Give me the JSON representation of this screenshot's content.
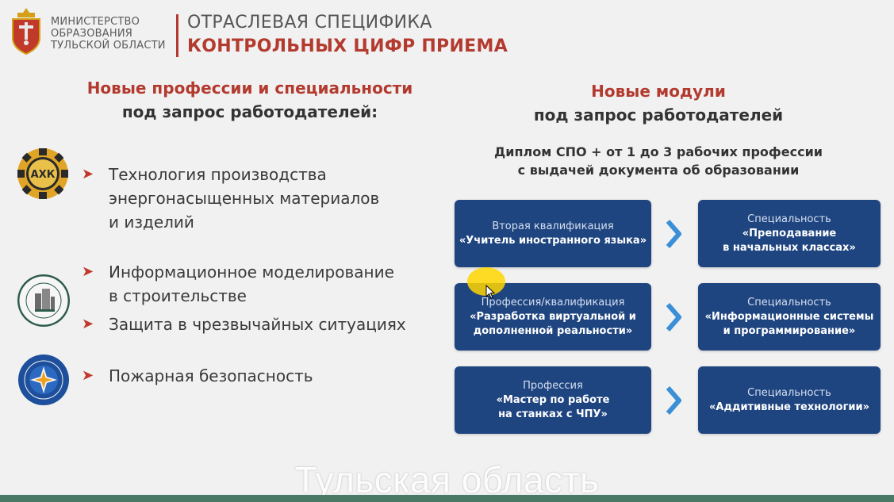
{
  "header": {
    "ministry_lines": [
      "МИНИСТЕРСТВО",
      "ОБРАЗОВАНИЯ",
      "ТУЛЬСКОЙ ОБЛАСТИ"
    ],
    "title_line1": "ОТРАСЛЕВАЯ СПЕЦИФИКА",
    "title_line2": "КОНТРОЛЬНЫХ ЦИФР ПРИЕМА"
  },
  "left": {
    "title_line1": "Новые профессии и специальности",
    "title_line2": "под запрос работодателей:",
    "logos": {
      "akh": "АХК"
    },
    "items": [
      {
        "lines": [
          "Технология производства",
          "энергонасыщенных материалов",
          "и изделий"
        ]
      },
      {
        "lines": [
          "Информационное моделирование",
          "в строительстве"
        ]
      },
      {
        "lines": [
          "Защита в чрезвычайных ситуациях"
        ]
      },
      {
        "lines": [
          "Пожарная безопасность"
        ]
      }
    ]
  },
  "right": {
    "title_line1": "Новые модули",
    "title_line2": "под запрос работодателей",
    "diploma_line1": "Диплом СПО + от 1 до 3  рабочих профессии",
    "diploma_line2": "с выдачей документа об образовании",
    "rows": [
      {
        "left": {
          "label": "Вторая квалификация",
          "value": [
            "«Учитель иностранного языка»"
          ]
        },
        "right": {
          "label": "Специальность",
          "value": [
            "«Преподавание",
            "в начальных классах»"
          ]
        }
      },
      {
        "left": {
          "label": "Профессия/квалификация",
          "value": [
            "«Разработка виртуальной и",
            "дополненной реальности»"
          ]
        },
        "right": {
          "label": "Специальность",
          "value": [
            "«Информационные системы",
            "и программирование»"
          ]
        }
      },
      {
        "left": {
          "label": "Профессия",
          "value": [
            "«Мастер по работе",
            "на станках с ЧПУ»"
          ]
        },
        "right": {
          "label": "Специальность",
          "value": [
            "«Аддитивные технологии»"
          ]
        }
      }
    ]
  },
  "caption": "Тульская область",
  "colors": {
    "accent_red": "#b33a2e",
    "card_blue": "#1f4580",
    "chevron_blue": "#3a8fd6"
  }
}
